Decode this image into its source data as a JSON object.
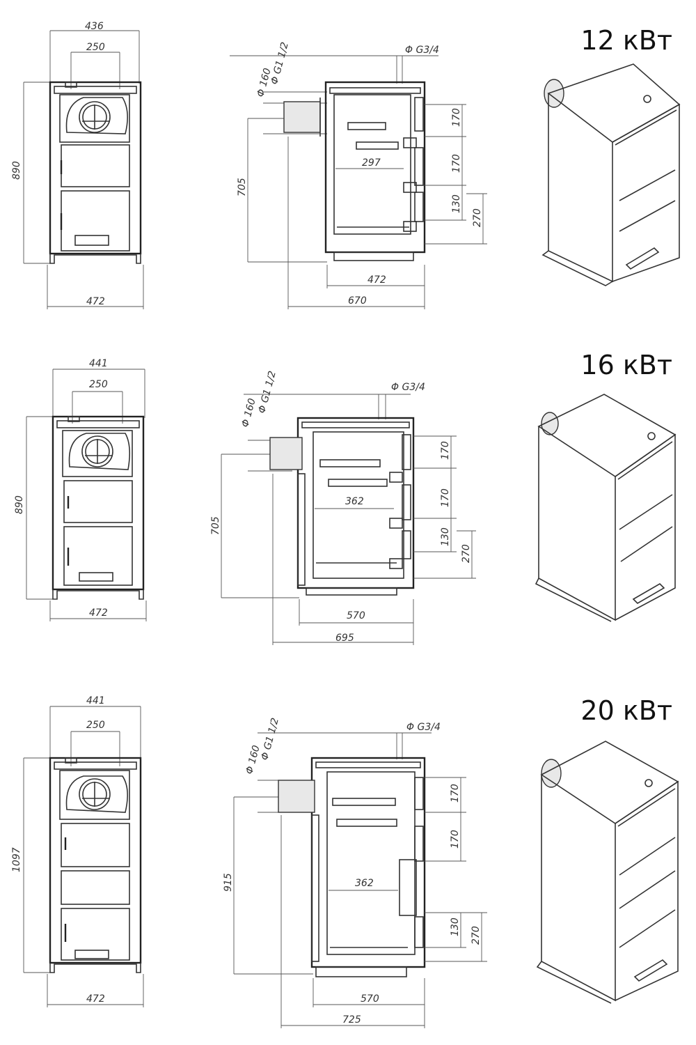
{
  "models": [
    {
      "title": "12 кВт",
      "front": {
        "top_width": "436",
        "grate_width": "250",
        "height": "890",
        "base_width": "472"
      },
      "side": {
        "flue": "Φ 160",
        "pipe_in": "Φ G1 1/2",
        "pipe_out": "Φ G3/4",
        "inner_depth": "297",
        "outlet_height": "705",
        "dim_170_a": "170",
        "dim_170_b": "170",
        "dim_130": "130",
        "dim_270": "270",
        "body_depth": "472",
        "total_depth": "670"
      }
    },
    {
      "title": "16 кВт",
      "front": {
        "top_width": "441",
        "grate_width": "250",
        "height": "890",
        "base_width": "472"
      },
      "side": {
        "flue": "Φ 160",
        "pipe_in": "Φ G1 1/2",
        "pipe_out": "Φ G3/4",
        "inner_depth": "362",
        "outlet_height": "705",
        "dim_170_a": "170",
        "dim_170_b": "170",
        "dim_130": "130",
        "dim_270": "270",
        "body_depth": "570",
        "total_depth": "695"
      }
    },
    {
      "title": "20 кВт",
      "front": {
        "top_width": "441",
        "grate_width": "250",
        "height": "1097",
        "base_width": "472"
      },
      "side": {
        "flue": "Φ 160",
        "pipe_in": "Φ G1 1/2",
        "pipe_out": "Φ G3/4",
        "inner_depth": "362",
        "outlet_height": "915",
        "dim_170_a": "170",
        "dim_170_b": "170",
        "dim_130": "130",
        "dim_270": "270",
        "body_depth": "570",
        "total_depth": "725"
      }
    }
  ]
}
